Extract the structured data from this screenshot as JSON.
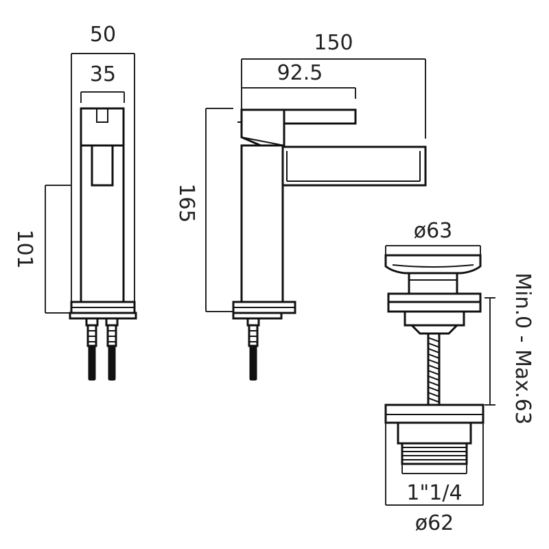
{
  "dimensions": {
    "side_view": {
      "overall_width": "50",
      "handle_width": "35",
      "body_height": "101"
    },
    "front_view": {
      "overall_reach": "150",
      "handle_reach": "92.5",
      "overall_height": "165"
    },
    "waste": {
      "cap_diameter": "ø63",
      "adjustment": "Min.0 - Max.63",
      "thread": "1\"1/4",
      "base_diameter": "ø62"
    }
  },
  "colors": {
    "line": "#111111",
    "background": "#ffffff"
  }
}
